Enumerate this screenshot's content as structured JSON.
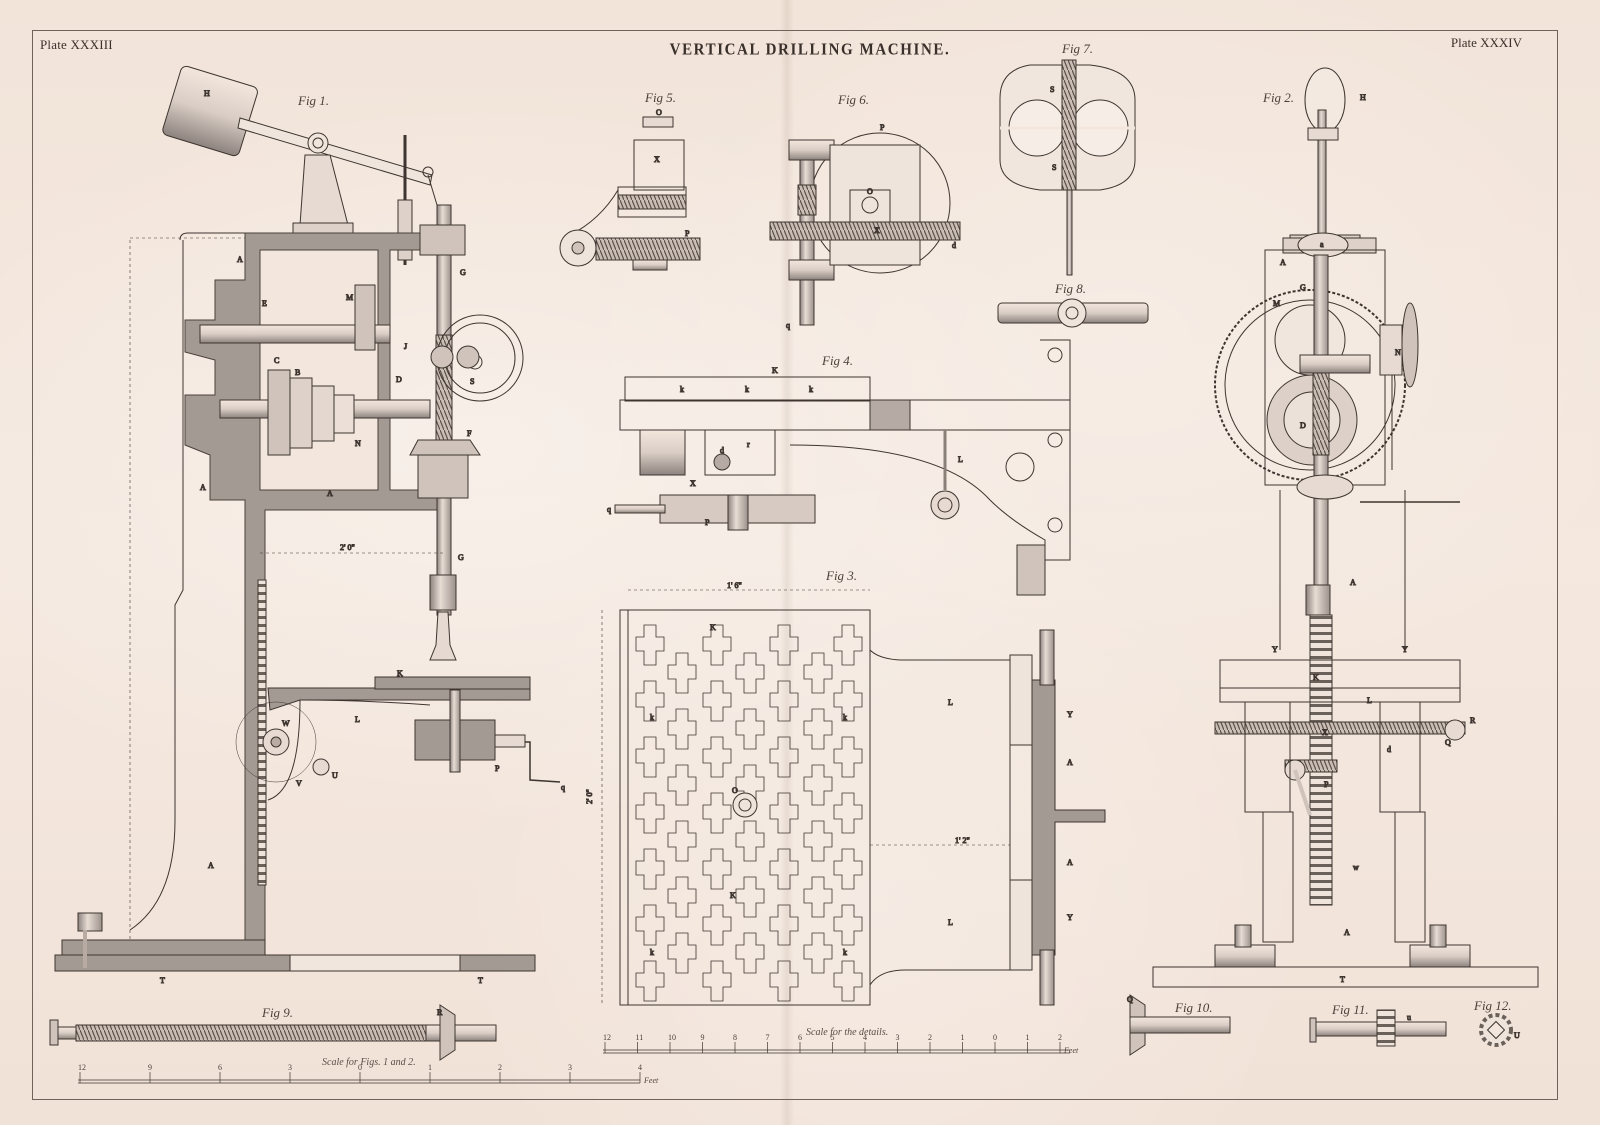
{
  "plate": {
    "title": "VERTICAL DRILLING MACHINE.",
    "plate_left": "Plate XXXIII",
    "plate_right": "Plate XXXIV"
  },
  "figures": {
    "fig1": "Fig 1.",
    "fig2": "Fig 2.",
    "fig3": "Fig 3.",
    "fig4": "Fig 4.",
    "fig5": "Fig 5.",
    "fig6": "Fig 6.",
    "fig7": "Fig 7.",
    "fig8": "Fig 8.",
    "fig9": "Fig 9.",
    "fig10": "Fig 10.",
    "fig11": "Fig 11.",
    "fig12": "Fig 12."
  },
  "scales": {
    "figs_1_2": {
      "caption": "Scale for Figs. 1 and 2.",
      "ticks": [
        "12",
        "9",
        "6",
        "3",
        "0",
        "1",
        "2",
        "3",
        "4"
      ],
      "unit": "Feet"
    },
    "details": {
      "caption": "Scale for the details.",
      "ticks": [
        "12",
        "11",
        "10",
        "9",
        "8",
        "7",
        "6",
        "5",
        "4",
        "3",
        "2",
        "1",
        "0",
        "1",
        "2"
      ],
      "unit": "Feet"
    }
  },
  "dimensions": {
    "fig1_span": "2' 0\"",
    "fig3_width": "1' 6\"",
    "fig3_height": "2' 0\"",
    "fig3_arm": "1' 2\""
  },
  "part_labels": {
    "fig1": [
      "H",
      "A",
      "M",
      "E",
      "J",
      "C",
      "B",
      "D",
      "S",
      "N",
      "F",
      "G",
      "K",
      "L",
      "W",
      "V",
      "U",
      "P",
      "q",
      "T",
      "a"
    ],
    "fig2": [
      "H",
      "a",
      "A",
      "G",
      "M",
      "N",
      "D",
      "K",
      "L",
      "Y",
      "X",
      "P",
      "Q",
      "R",
      "T",
      "w"
    ],
    "fig3": [
      "K",
      "k",
      "O",
      "L",
      "Y",
      "A"
    ],
    "fig4": [
      "K",
      "k",
      "r",
      "d",
      "X",
      "L",
      "P",
      "q"
    ],
    "fig5": [
      "O",
      "X",
      "P"
    ],
    "fig6": [
      "P",
      "O",
      "X",
      "d",
      "q"
    ],
    "fig7": [
      "S"
    ],
    "fig9": [
      "R"
    ],
    "fig10": [
      "Q"
    ],
    "fig11": [
      "u"
    ],
    "fig12": [
      "U"
    ]
  },
  "colors": {
    "paper": "#f3e6dc",
    "ink": "#3a302b",
    "section_fill": "#a49a94",
    "frame": "#6e625b"
  }
}
